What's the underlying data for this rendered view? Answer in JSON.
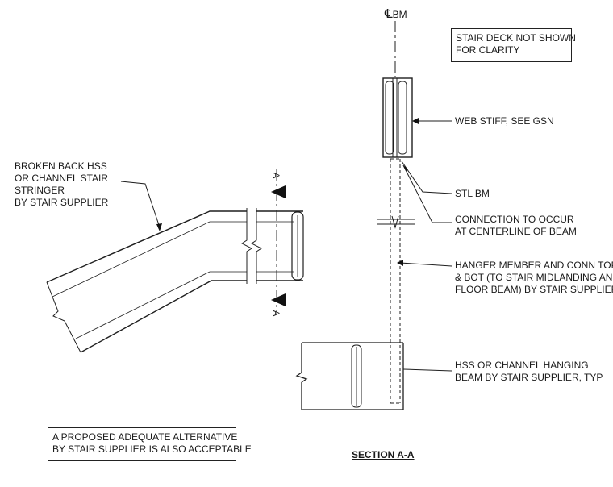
{
  "centerline": {
    "symbol": "℄",
    "text": "BM"
  },
  "note_box_top": {
    "lines": [
      "STAIR DECK NOT SHOWN",
      "FOR CLARITY"
    ]
  },
  "note_box_bottom": {
    "lines": [
      "A PROPOSED  ADEQUATE ALTERNATIVE",
      "BY STAIR SUPPLIER IS ALSO ACCEPTABLE"
    ]
  },
  "callouts": {
    "web_stiff": "WEB STIFF, SEE GSN",
    "stl_bm": "STL BM",
    "connection": [
      "CONNECTION TO OCCUR",
      "AT CENTERLINE OF BEAM"
    ],
    "hanger": [
      "HANGER MEMBER AND CONN TOP",
      "& BOT (TO STAIR MIDLANDING AND",
      "FLOOR BEAM) BY STAIR SUPPLIER"
    ],
    "hanging_beam": [
      "HSS OR CHANNEL HANGING",
      "BEAM BY STAIR SUPPLIER, TYP"
    ],
    "stringer": [
      "BROKEN BACK HSS",
      "OR CHANNEL STAIR",
      "STRINGER",
      "BY STAIR SUPPLIER"
    ]
  },
  "section_marker": {
    "top": "A",
    "bottom": "A"
  },
  "section_title": "SECTION A-A"
}
